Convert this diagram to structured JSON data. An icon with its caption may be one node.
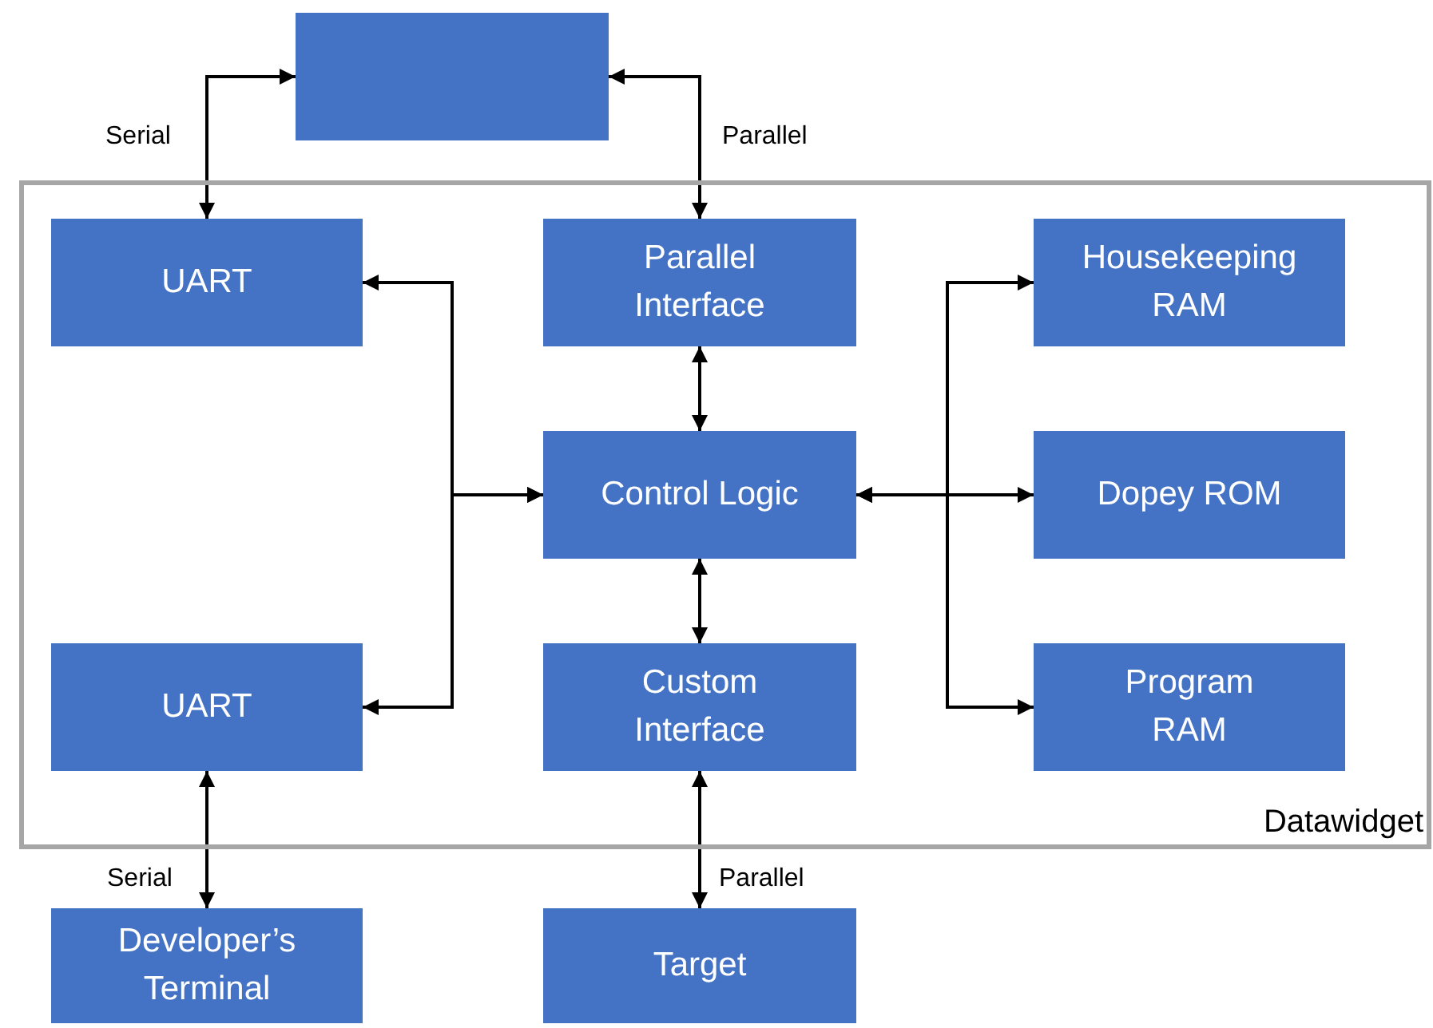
{
  "diagram": {
    "nodes": [
      {
        "text": [],
        "shape": "box"
      },
      {
        "text": [
          "Datawidget"
        ]
      },
      {
        "text": [
          "UART"
        ],
        "in": 1
      },
      {
        "text": [
          "Parallel Interface"
        ],
        "in": 1
      },
      {
        "text": [
          "Housekeeping RAM"
        ],
        "in": 1
      },
      {
        "text": [
          "Control Logic"
        ],
        "in": 1
      },
      {
        "text": [
          "Dopey ROM"
        ],
        "in": 1
      },
      {
        "text": [
          "UART"
        ],
        "in": 1
      },
      {
        "text": [
          "Custom Interface"
        ],
        "in": 1
      },
      {
        "text": [
          "Program RAM"
        ],
        "in": 1
      },
      {
        "text": [
          "Developer’s Terminal"
        ]
      },
      {
        "text": [
          "Target"
        ]
      }
    ],
    "edges": [
      {
        "from": 0,
        "to": 2,
        "arrow": "both",
        "label": "Serial"
      },
      {
        "from": 0,
        "to": 3,
        "arrow": "both",
        "label": "Parallel"
      },
      {
        "from": 3,
        "to": 5,
        "arrow": "both"
      },
      {
        "from": 2,
        "to": 5,
        "arrow": "both"
      },
      {
        "from": 7,
        "to": 5,
        "arrow": "both"
      },
      {
        "from": 5,
        "to": 4,
        "arrow": "both"
      },
      {
        "from": 5,
        "to": 6,
        "arrow": "both"
      },
      {
        "from": 5,
        "to": 9,
        "arrow": "both"
      },
      {
        "from": 5,
        "to": 8,
        "arrow": "both"
      },
      {
        "from": 7,
        "to": 10,
        "arrow": "both",
        "label": "Serial"
      },
      {
        "from": 8,
        "to": 11,
        "arrow": "both",
        "label": "Parallel"
      }
    ]
  }
}
